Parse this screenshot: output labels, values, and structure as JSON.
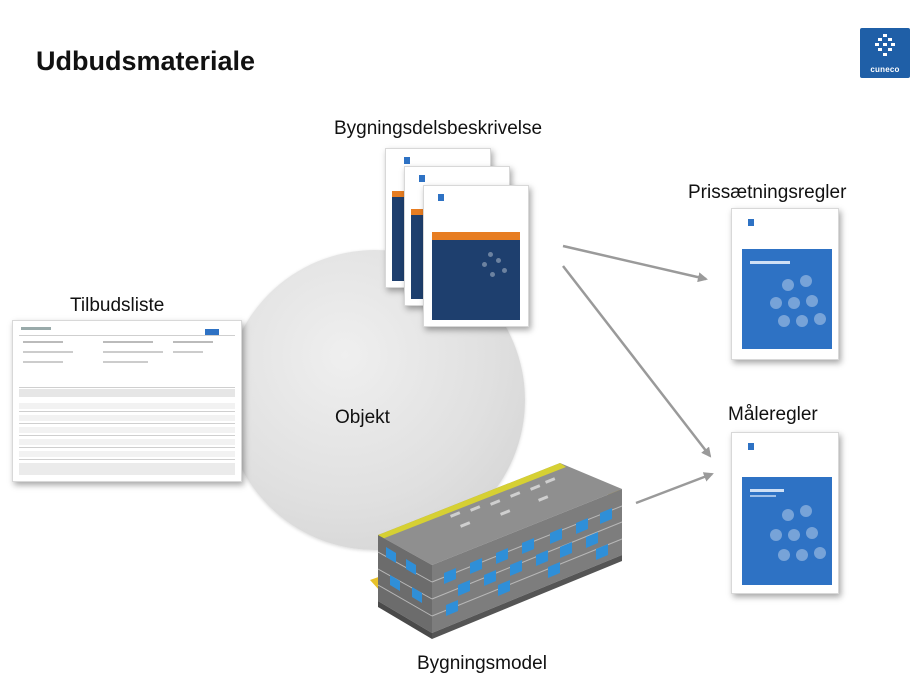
{
  "title": "Udbudsmateriale",
  "logo": {
    "text": "cuneco",
    "color": "#1f5fa7"
  },
  "center": {
    "label": "Objekt"
  },
  "nodes": {
    "bygningsdelsbeskrivelse": "Bygningsdelsbeskrivelse",
    "tilbudsliste": "Tilbudsliste",
    "bygningsmodel": "Bygningsmodel",
    "prissaetningsregler": "Prissætningsregler",
    "maaleregler": "Måleregler"
  },
  "colors": {
    "cover_dark": "#1e3f6e",
    "cover_orange": "#e77d22",
    "book_blue": "#2e72c4",
    "arrow": "#9a9a9a"
  }
}
